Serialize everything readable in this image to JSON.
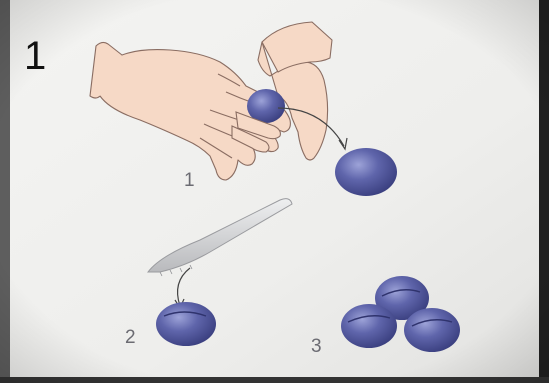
{
  "slide_number": "1",
  "steps": [
    {
      "label": "1"
    },
    {
      "label": "2"
    },
    {
      "label": "3"
    }
  ],
  "colors": {
    "plum": "#5a60a6",
    "plum_dark": "#3e4386",
    "skin": "#f6d9c6",
    "skin_outline": "#8a6d62",
    "knife": "#d9dadc",
    "paper": "#f1f1f0"
  }
}
